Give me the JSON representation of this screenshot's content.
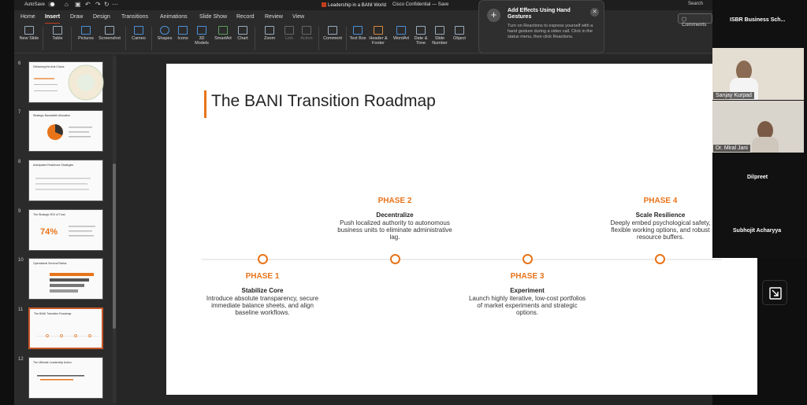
{
  "titlebar": {
    "autosave": "AutoSave",
    "doc_title": "Leadership in a BANI World",
    "label": "Cisco Confidential — Save",
    "search": "Search"
  },
  "ribbon_tabs": [
    "Home",
    "Insert",
    "Draw",
    "Design",
    "Transitions",
    "Animations",
    "Slide Show",
    "Record",
    "Review",
    "View"
  ],
  "ribbon_active_tab": "Insert",
  "ribbon": {
    "new_slide": "New Slide",
    "table": "Table",
    "pictures": "Pictures",
    "screenshot": "Screenshot",
    "cameo": "Cameo",
    "shapes": "Shapes",
    "icons": "Icons",
    "models_3d": "3D Models",
    "smartart": "SmartArt",
    "chart": "Chart",
    "zoom": "Zoom",
    "link": "Link",
    "action": "Action",
    "comment": "Comment",
    "text_box": "Text Box",
    "header_footer": "Header & Footer",
    "wordart": "WordArt",
    "date_time": "Date & Time",
    "slide_number": "Slide Number",
    "object": "Object",
    "comments": "Comments"
  },
  "toast": {
    "title": "Add Effects Using Hand Gestures",
    "body": "Turn on Reactions to express yourself with a hand gesture during a video call. Click in the status menu, then click Reactions."
  },
  "thumbnails": [
    {
      "num": "6",
      "title": "Debiasing the Anti-Chaos"
    },
    {
      "num": "7",
      "title": "Strategic Bandwidth Allocation"
    },
    {
      "num": "8",
      "title": "Anticipated Resilience Strategies"
    },
    {
      "num": "9",
      "title": "The Strategic ROI of Trust",
      "big": "74%"
    },
    {
      "num": "10",
      "title": "Operational Survival Ratios"
    },
    {
      "num": "11",
      "title": "The BANI Transition Roadmap"
    },
    {
      "num": "12",
      "title": "The Ultimate Leadership Action"
    }
  ],
  "slide": {
    "title": "The BANI Transition Roadmap",
    "phases": [
      {
        "label": "PHASE 1",
        "name": "Stabilize Core",
        "desc": "Introduce absolute transparency, secure immediate balance sheets, and align baseline workflows."
      },
      {
        "label": "PHASE 2",
        "name": "Decentralize",
        "desc": "Push localized authority to autonomous business units to eliminate administrative lag."
      },
      {
        "label": "PHASE 3",
        "name": "Experiment",
        "desc": "Launch highly iterative, low-cost portfolios of market experiments and strategic options."
      },
      {
        "label": "PHASE 4",
        "name": "Scale Resilience",
        "desc": "Deeply embed psychological safety, flexible working options, and robust resource buffers."
      }
    ]
  },
  "participants": {
    "host": "ISBR Business Sch...",
    "p1": "Sanjay Kurpad",
    "p2": "Dr. Miral Jani",
    "p3": "Dilpreet",
    "p4": "Subhojit Acharyya"
  }
}
